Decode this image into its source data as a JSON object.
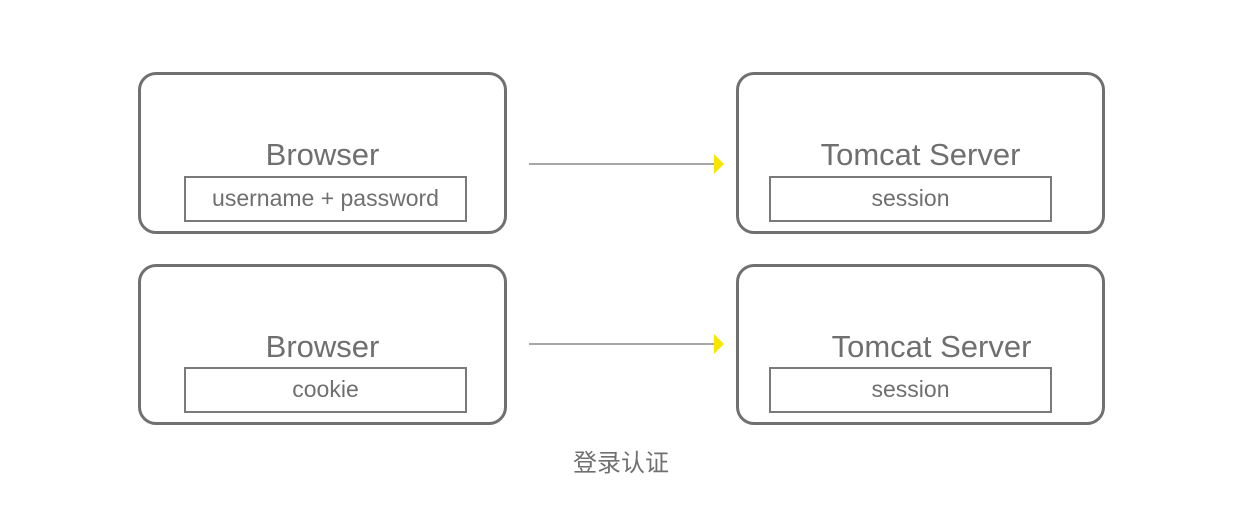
{
  "rows": [
    {
      "left": {
        "title": "Browser",
        "field": "username + password"
      },
      "right": {
        "title": "Tomcat Server",
        "field": "session"
      }
    },
    {
      "left": {
        "title": "Browser",
        "field": "cookie"
      },
      "right": {
        "title": "Tomcat Server",
        "field": "session"
      }
    }
  ],
  "caption": "登录认证",
  "colors": {
    "border": "#707070",
    "text": "#6f6f6f",
    "arrow_line": "#8a8a8a",
    "arrow_head": "#f7e600"
  }
}
